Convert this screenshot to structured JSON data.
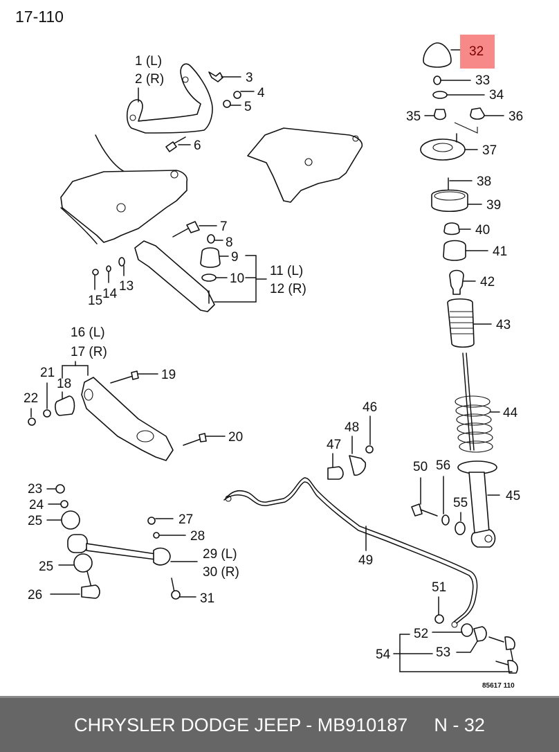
{
  "page_ref": "17-110",
  "figure_code": "85617  110",
  "highlight": {
    "label": "32",
    "color": "#f78383",
    "text_color": "#7a0000"
  },
  "footer": {
    "brand_part": "CHRYSLER DODGE JEEP - MB910187",
    "position": "N - 32",
    "background": "#666666"
  },
  "callouts": {
    "c1": "1 (L)",
    "c2": "2 (R)",
    "c3": "3",
    "c4": "4",
    "c5": "5",
    "c6": "6",
    "c7": "7",
    "c8": "8",
    "c9": "9",
    "c10": "10",
    "c11": "11 (L)",
    "c12": "12 (R)",
    "c13": "13",
    "c14": "14",
    "c15": "15",
    "c16": "16 (L)",
    "c17": "17 (R)",
    "c18": "18",
    "c19": "19",
    "c20": "20",
    "c21": "21",
    "c22": "22",
    "c23": "23",
    "c24": "24",
    "c25a": "25",
    "c25b": "25",
    "c26": "26",
    "c27": "27",
    "c28": "28",
    "c29": "29 (L)",
    "c30": "30 (R)",
    "c31": "31",
    "c33": "33",
    "c34": "34",
    "c35": "35",
    "c36": "36",
    "c37": "37",
    "c38": "38",
    "c39": "39",
    "c40": "40",
    "c41": "41",
    "c42": "42",
    "c43": "43",
    "c44": "44",
    "c45": "45",
    "c46": "46",
    "c47": "47",
    "c48": "48",
    "c49": "49",
    "c50": "50",
    "c51": "51",
    "c52": "52",
    "c53": "53",
    "c54": "54",
    "c55": "55",
    "c56": "56"
  }
}
